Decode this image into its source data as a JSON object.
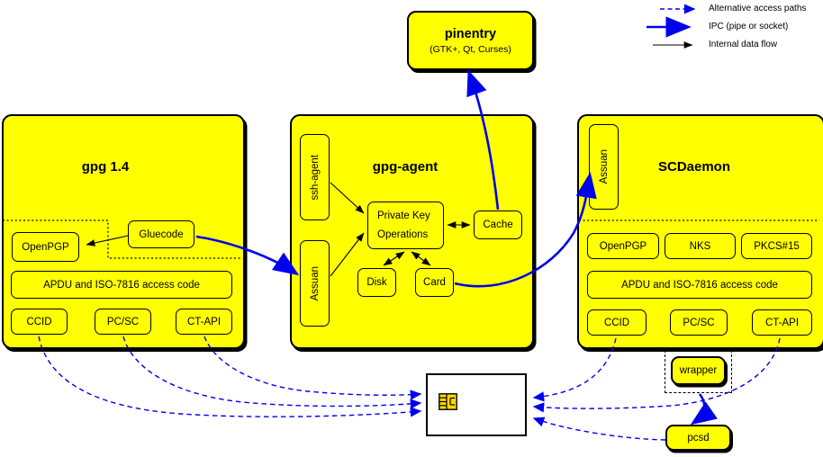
{
  "legend": {
    "items": [
      {
        "label": "Alternative access paths",
        "style": "dashed-blue-arrow"
      },
      {
        "label": "IPC (pipe or socket)",
        "style": "solid-blue-arrow"
      },
      {
        "label": "Internal data flow",
        "style": "solid-black-arrow"
      }
    ]
  },
  "pinentry": {
    "title": "pinentry",
    "subtitle": "(GTK+, Qt, Curses)"
  },
  "gpg14": {
    "title": "gpg 1.4",
    "gluecode": "Gluecode",
    "openpgp": "OpenPGP",
    "apdu": "APDU and ISO-7816 access code",
    "ccid": "CCID",
    "pcsc": "PC/SC",
    "ctapi": "CT-API"
  },
  "gpgagent": {
    "title": "gpg-agent",
    "ssh_agent": "ssh-agent",
    "assuan": "Assuan",
    "pko_line1": "Private Key",
    "pko_line2": "Operations",
    "cache": "Cache",
    "disk": "Disk",
    "card": "Card"
  },
  "scdaemon": {
    "title": "SCDaemon",
    "assuan": "Assuan",
    "openpgp": "OpenPGP",
    "nks": "NKS",
    "pkcs15": "PKCS#15",
    "apdu": "APDU and ISO-7816 access code",
    "ccid": "CCID",
    "pcsc": "PC/SC",
    "ctapi": "CT-API"
  },
  "bottom": {
    "wrapper": "wrapper",
    "pcsd": "pcsd"
  },
  "colors": {
    "box_fill": "#ffff00",
    "line_blue": "#0000ee",
    "line_black": "#000000",
    "card_fill": "#ffffff",
    "chip_fill": "#ffd700"
  }
}
